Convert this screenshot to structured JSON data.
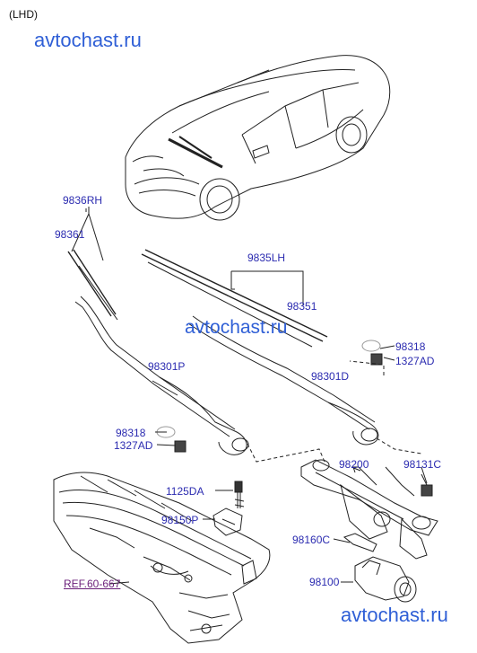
{
  "header": {
    "variant": "(LHD)"
  },
  "watermark": {
    "text": "avtochast.ru",
    "color": "#2f5fd6"
  },
  "colors": {
    "label": "#2b2bb0",
    "line": "#222222",
    "ref_label": "#6b1f7a"
  },
  "labels": {
    "l9836rh": "9836RH",
    "l98361": "98361",
    "l9835lh": "9835LH",
    "l98351": "98351",
    "l98318_top": "98318",
    "l1327ad_top": "1327AD",
    "l98301p": "98301P",
    "l98301d": "98301D",
    "l98318_left": "98318",
    "l1327ad_left": "1327AD",
    "l98200": "98200",
    "l98131c": "98131C",
    "l1125da": "1125DA",
    "l98150p": "98150P",
    "l98160c": "98160C",
    "l98100": "98100",
    "ref": "REF.60-667"
  }
}
